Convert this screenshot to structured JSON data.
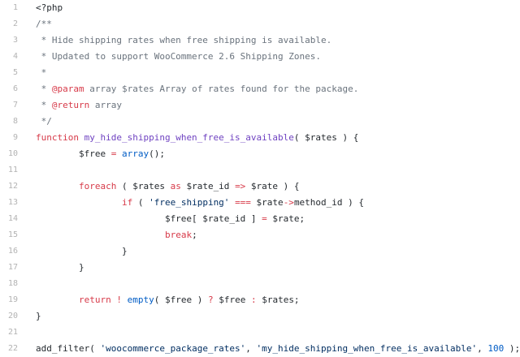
{
  "code_lines": [
    {
      "n": "1",
      "tokens": [
        {
          "t": "<?php",
          "c": "tag"
        }
      ]
    },
    {
      "n": "2",
      "tokens": [
        {
          "t": "/**",
          "c": "cm"
        }
      ]
    },
    {
      "n": "3",
      "tokens": [
        {
          "t": " * Hide shipping rates when free shipping is available.",
          "c": "cm"
        }
      ]
    },
    {
      "n": "4",
      "tokens": [
        {
          "t": " * Updated to support WooCommerce 2.6 Shipping Zones.",
          "c": "cm"
        }
      ]
    },
    {
      "n": "5",
      "tokens": [
        {
          "t": " *",
          "c": "cm"
        }
      ]
    },
    {
      "n": "6",
      "tokens": [
        {
          "t": " * ",
          "c": "cm"
        },
        {
          "t": "@param",
          "c": "kw"
        },
        {
          "t": " array $rates Array of rates found for the package.",
          "c": "cm"
        }
      ]
    },
    {
      "n": "7",
      "tokens": [
        {
          "t": " * ",
          "c": "cm"
        },
        {
          "t": "@return",
          "c": "kw"
        },
        {
          "t": " array",
          "c": "cm"
        }
      ]
    },
    {
      "n": "8",
      "tokens": [
        {
          "t": " */",
          "c": "cm"
        }
      ]
    },
    {
      "n": "9",
      "tokens": [
        {
          "t": "function",
          "c": "kw"
        },
        {
          "t": " ",
          "c": "pl"
        },
        {
          "t": "my_hide_shipping_when_free_is_available",
          "c": "fn"
        },
        {
          "t": "( $rates ) {",
          "c": "pl"
        }
      ]
    },
    {
      "n": "10",
      "tokens": [
        {
          "t": "        $free ",
          "c": "pl"
        },
        {
          "t": "=",
          "c": "op"
        },
        {
          "t": " ",
          "c": "pl"
        },
        {
          "t": "array",
          "c": "builtin"
        },
        {
          "t": "();",
          "c": "pl"
        }
      ]
    },
    {
      "n": "11",
      "tokens": []
    },
    {
      "n": "12",
      "tokens": [
        {
          "t": "        ",
          "c": "pl"
        },
        {
          "t": "foreach",
          "c": "kw"
        },
        {
          "t": " ( $rates ",
          "c": "pl"
        },
        {
          "t": "as",
          "c": "kw"
        },
        {
          "t": " $rate_id ",
          "c": "pl"
        },
        {
          "t": "=>",
          "c": "op"
        },
        {
          "t": " $rate ) {",
          "c": "pl"
        }
      ]
    },
    {
      "n": "13",
      "tokens": [
        {
          "t": "                ",
          "c": "pl"
        },
        {
          "t": "if",
          "c": "kw"
        },
        {
          "t": " ( ",
          "c": "pl"
        },
        {
          "t": "'free_shipping'",
          "c": "str"
        },
        {
          "t": " ",
          "c": "pl"
        },
        {
          "t": "===",
          "c": "op"
        },
        {
          "t": " $rate",
          "c": "pl"
        },
        {
          "t": "->",
          "c": "op"
        },
        {
          "t": "method_id ) {",
          "c": "pl"
        }
      ]
    },
    {
      "n": "14",
      "tokens": [
        {
          "t": "                        $free[ $rate_id ] ",
          "c": "pl"
        },
        {
          "t": "=",
          "c": "op"
        },
        {
          "t": " $rate;",
          "c": "pl"
        }
      ]
    },
    {
      "n": "15",
      "tokens": [
        {
          "t": "                        ",
          "c": "pl"
        },
        {
          "t": "break",
          "c": "kw"
        },
        {
          "t": ";",
          "c": "pl"
        }
      ]
    },
    {
      "n": "16",
      "tokens": [
        {
          "t": "                }",
          "c": "pl"
        }
      ]
    },
    {
      "n": "17",
      "tokens": [
        {
          "t": "        }",
          "c": "pl"
        }
      ]
    },
    {
      "n": "18",
      "tokens": []
    },
    {
      "n": "19",
      "tokens": [
        {
          "t": "        ",
          "c": "pl"
        },
        {
          "t": "return",
          "c": "kw"
        },
        {
          "t": " ",
          "c": "pl"
        },
        {
          "t": "!",
          "c": "op"
        },
        {
          "t": " ",
          "c": "pl"
        },
        {
          "t": "empty",
          "c": "builtin"
        },
        {
          "t": "( $free ) ",
          "c": "pl"
        },
        {
          "t": "?",
          "c": "op"
        },
        {
          "t": " $free ",
          "c": "pl"
        },
        {
          "t": ":",
          "c": "op"
        },
        {
          "t": " $rates;",
          "c": "pl"
        }
      ]
    },
    {
      "n": "20",
      "tokens": [
        {
          "t": "}",
          "c": "pl"
        }
      ]
    },
    {
      "n": "21",
      "tokens": []
    },
    {
      "n": "22",
      "tokens": [
        {
          "t": "add_filter( ",
          "c": "pl"
        },
        {
          "t": "'woocommerce_package_rates'",
          "c": "str"
        },
        {
          "t": ", ",
          "c": "pl"
        },
        {
          "t": "'my_hide_shipping_when_free_is_available'",
          "c": "str"
        },
        {
          "t": ", ",
          "c": "pl"
        },
        {
          "t": "100",
          "c": "num"
        },
        {
          "t": " );",
          "c": "pl"
        }
      ]
    }
  ]
}
